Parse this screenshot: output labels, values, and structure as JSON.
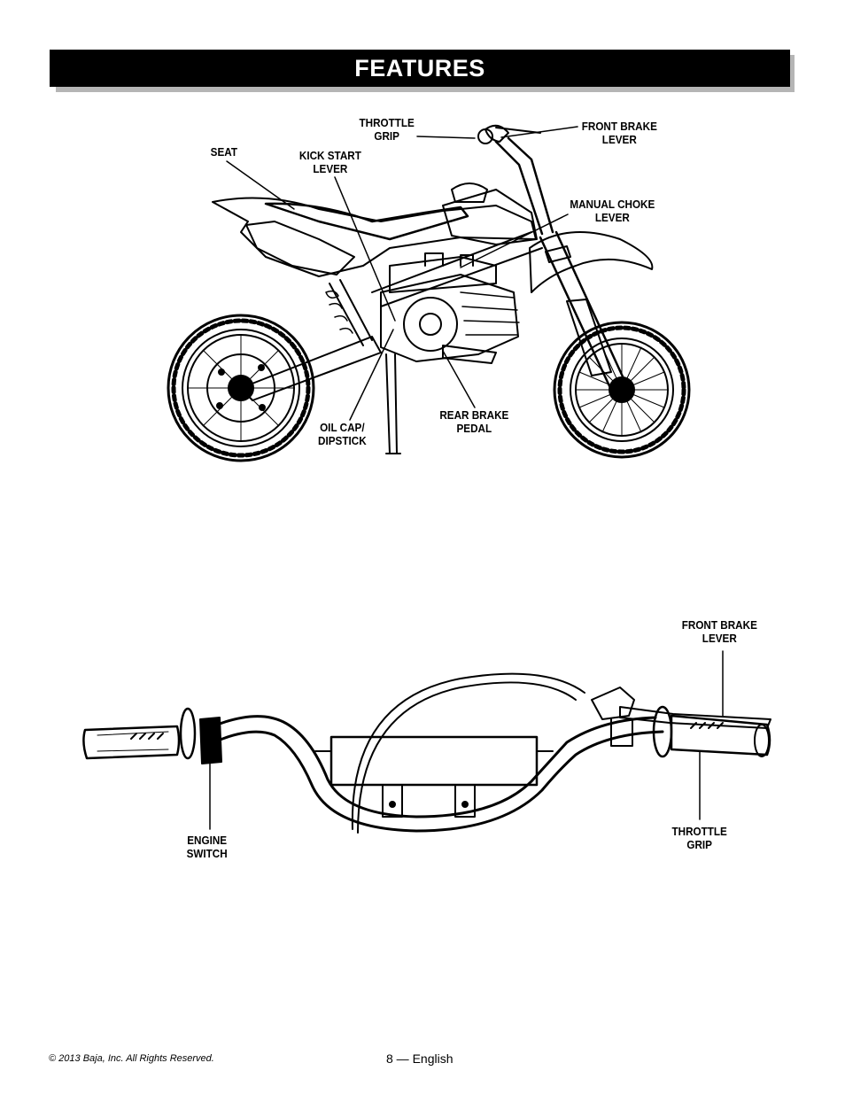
{
  "header": {
    "title": "FEATURES"
  },
  "bike_diagram": {
    "labels": {
      "throttle_grip": [
        "THROTTLE",
        "GRIP"
      ],
      "front_brake_lever": [
        "FRONT BRAKE",
        "LEVER"
      ],
      "seat": [
        "SEAT"
      ],
      "kick_start_lever": [
        "KICK START",
        "LEVER"
      ],
      "manual_choke_lever": [
        "MANUAL CHOKE",
        "LEVER"
      ],
      "oil_cap_dipstick": [
        "OIL CAP/",
        "DIPSTICK"
      ],
      "rear_brake_pedal": [
        "REAR BRAKE",
        "PEDAL"
      ]
    }
  },
  "handlebar_diagram": {
    "labels": {
      "front_brake_lever": [
        "FRONT BRAKE",
        "LEVER"
      ],
      "engine_switch": [
        "ENGINE",
        "SWITCH"
      ],
      "throttle_grip": [
        "THROTTLE",
        "GRIP"
      ]
    }
  },
  "footer": {
    "copyright": "© 2013 Baja, Inc. All Rights Reserved.",
    "page": "8 — English"
  }
}
